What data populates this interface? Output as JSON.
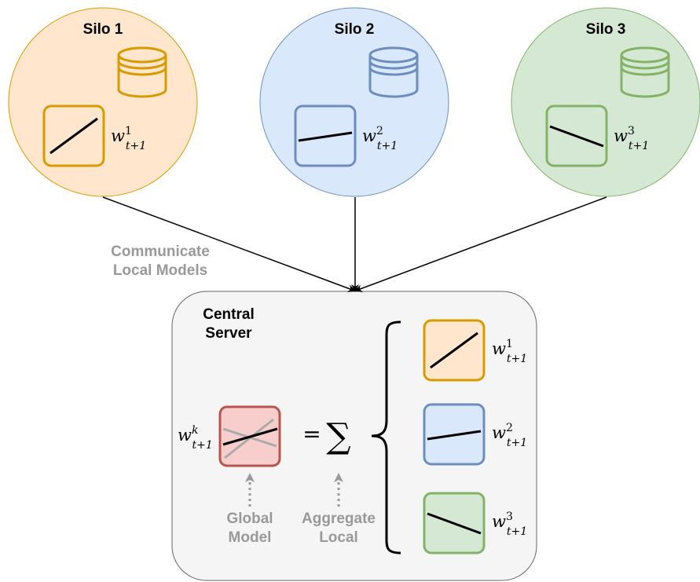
{
  "silos": [
    {
      "label": "Silo 1",
      "weight": {
        "base": "w",
        "sup": "1",
        "sub": "t+1"
      },
      "fill": "#ffe6cc",
      "stroke": "#d79b00"
    },
    {
      "label": "Silo 2",
      "weight": {
        "base": "w",
        "sup": "2",
        "sub": "t+1"
      },
      "fill": "#dae8fc",
      "stroke": "#6c8ebf"
    },
    {
      "label": "Silo 3",
      "weight": {
        "base": "w",
        "sup": "3",
        "sub": "t+1"
      },
      "fill": "#d5e8d4",
      "stroke": "#82b366"
    }
  ],
  "communicate_label": [
    "Communicate",
    "Local Models"
  ],
  "server": {
    "title": [
      "Central",
      "Server"
    ],
    "fill": "#f5f5f5",
    "stroke": "#666666",
    "global_weight": {
      "base": "w",
      "sup": "k",
      "sub": "t+1"
    },
    "global_fill": "#f8cecc",
    "global_stroke": "#b85450",
    "equals": "=",
    "sum": "∑",
    "global_label": [
      "Global",
      "Model"
    ],
    "aggregate_label": [
      "Aggregate",
      "Local"
    ],
    "local_models": [
      {
        "weight": {
          "base": "w",
          "sup": "1",
          "sub": "t+1"
        },
        "fill": "#ffe6cc",
        "stroke": "#d79b00"
      },
      {
        "weight": {
          "base": "w",
          "sup": "2",
          "sub": "t+1"
        },
        "fill": "#dae8fc",
        "stroke": "#6c8ebf"
      },
      {
        "weight": {
          "base": "w",
          "sup": "3",
          "sub": "t+1"
        },
        "fill": "#d5e8d4",
        "stroke": "#82b366"
      }
    ]
  },
  "label_color": "#999999"
}
